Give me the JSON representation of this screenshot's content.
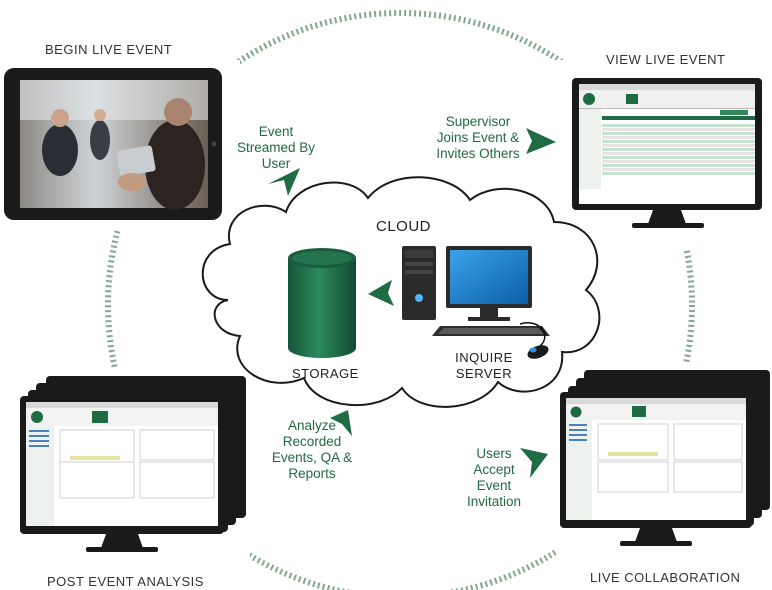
{
  "stages": {
    "begin": "BEGIN LIVE EVENT",
    "view": "VIEW LIVE EVENT",
    "post": "POST EVENT ANALYSIS",
    "collab": "LIVE COLLABORATION"
  },
  "steps": {
    "streamed": [
      "Event",
      "Streamed By",
      "User"
    ],
    "supervisor": [
      "Supervisor",
      "Joins Event &",
      "Invites Others"
    ],
    "accept": [
      "Users",
      "Accept",
      "Event",
      "Invitation"
    ],
    "analyze": [
      "Analyze",
      "Recorded",
      "Events, QA &",
      "Reports"
    ]
  },
  "cloud": {
    "title": "CLOUD",
    "storage": "STORAGE",
    "server": [
      "INQUIRE",
      "SERVER"
    ]
  },
  "colors": {
    "accent": "#1f6b43",
    "dotted_ring": "#7fa88f",
    "storage_green": "#1e6b47",
    "monitor_frame": "#1a1a1a"
  },
  "icons": [
    "tablet-icon",
    "monitor-icon",
    "database-icon",
    "tower-server-icon",
    "mouse-icon",
    "arrow-icon"
  ]
}
